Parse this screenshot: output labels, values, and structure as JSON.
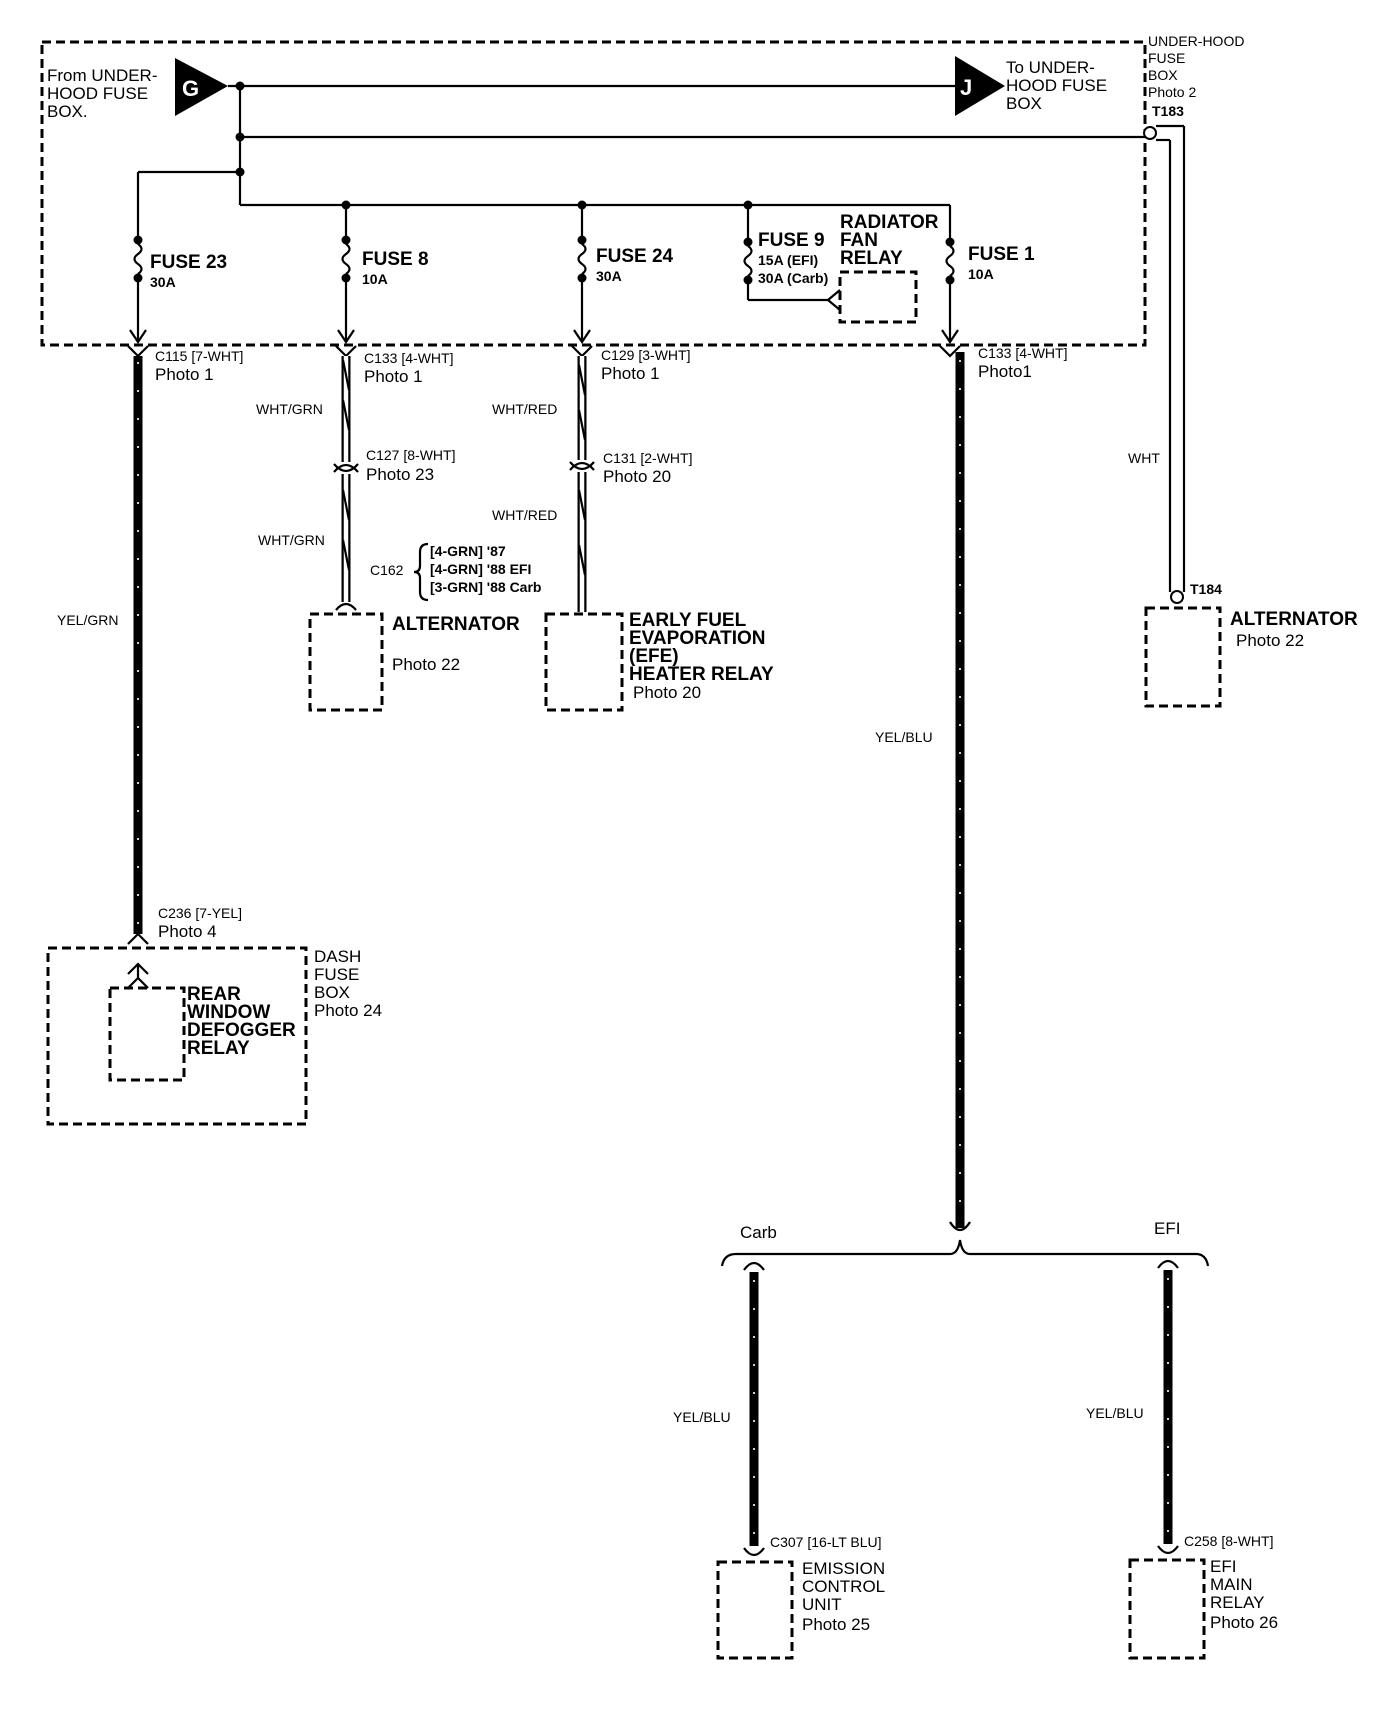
{
  "underhood_box": {
    "title_lines": [
      "UNDER-HOOD",
      "FUSE",
      "BOX"
    ],
    "photo": "Photo 2",
    "terminal": "T183"
  },
  "from_box": {
    "lines": [
      "From UNDER-",
      "HOOD FUSE",
      "BOX."
    ],
    "connector_letter": "G"
  },
  "to_box": {
    "lines": [
      "To UNDER-",
      "HOOD FUSE",
      "BOX"
    ],
    "connector_letter": "J"
  },
  "fuses": [
    {
      "name": "FUSE 23",
      "rating": "30A"
    },
    {
      "name": "FUSE 8",
      "rating": "10A"
    },
    {
      "name": "FUSE 24",
      "rating": "30A"
    },
    {
      "name": "FUSE 9",
      "rating_lines": [
        "15A (EFI)",
        "30A (Carb)"
      ]
    },
    {
      "name": "FUSE 1",
      "rating": "10A"
    }
  ],
  "radiator_relay": {
    "lines": [
      "RADIATOR",
      "FAN",
      "RELAY"
    ]
  },
  "connectors": {
    "c115": {
      "label": "C115 [7-WHT]",
      "photo": "Photo 1"
    },
    "c133a": {
      "label": "C133 [4-WHT]",
      "photo": "Photo 1"
    },
    "c129": {
      "label": "C129 [3-WHT]",
      "photo": "Photo 1"
    },
    "c133b": {
      "label": "C133 [4-WHT]",
      "photo": "Photo1"
    },
    "c127": {
      "label": "C127 [8-WHT]",
      "photo": "Photo 23"
    },
    "c131": {
      "label": "C131 [2-WHT]",
      "photo": "Photo 20"
    },
    "c162": {
      "label": "C162",
      "variants": [
        "[4-GRN] '87",
        "[4-GRN] '88 EFI",
        "[3-GRN] '88 Carb"
      ]
    },
    "c236": {
      "label": "C236 [7-YEL]",
      "photo": "Photo 4"
    },
    "c307": {
      "label": "C307 [16-LT BLU]"
    },
    "c258": {
      "label": "C258 [8-WHT]"
    }
  },
  "wires": {
    "yel_grn": "YEL/GRN",
    "wht_grn_1": "WHT/GRN",
    "wht_grn_2": "WHT/GRN",
    "wht_red_1": "WHT/RED",
    "wht_red_2": "WHT/RED",
    "yel_blu_main": "YEL/BLU",
    "yel_blu_carb": "YEL/BLU",
    "yel_blu_efi": "YEL/BLU",
    "wht": "WHT"
  },
  "terminal_t184": "T184",
  "components": {
    "alternator_left": {
      "name": "ALTERNATOR",
      "photo": "Photo 22"
    },
    "efe_relay": {
      "lines": [
        "EARLY FUEL",
        "EVAPORATION",
        "(EFE)",
        "HEATER RELAY"
      ],
      "photo": "Photo 20"
    },
    "alternator_right": {
      "name": "ALTERNATOR",
      "photo": "Photo 22"
    },
    "dash_box": {
      "lines": [
        "DASH",
        "FUSE",
        "BOX"
      ],
      "photo": "Photo 24"
    },
    "defogger": {
      "lines": [
        "REAR",
        "WINDOW",
        "DEFOGGER",
        "RELAY"
      ]
    },
    "ecu": {
      "lines": [
        "EMISSION",
        "CONTROL",
        "UNIT"
      ],
      "photo": "Photo 25"
    },
    "efi_relay": {
      "lines": [
        "EFI",
        "MAIN",
        "RELAY"
      ],
      "photo": "Photo 26"
    }
  },
  "branch": {
    "carb": "Carb",
    "efi": "EFI"
  }
}
